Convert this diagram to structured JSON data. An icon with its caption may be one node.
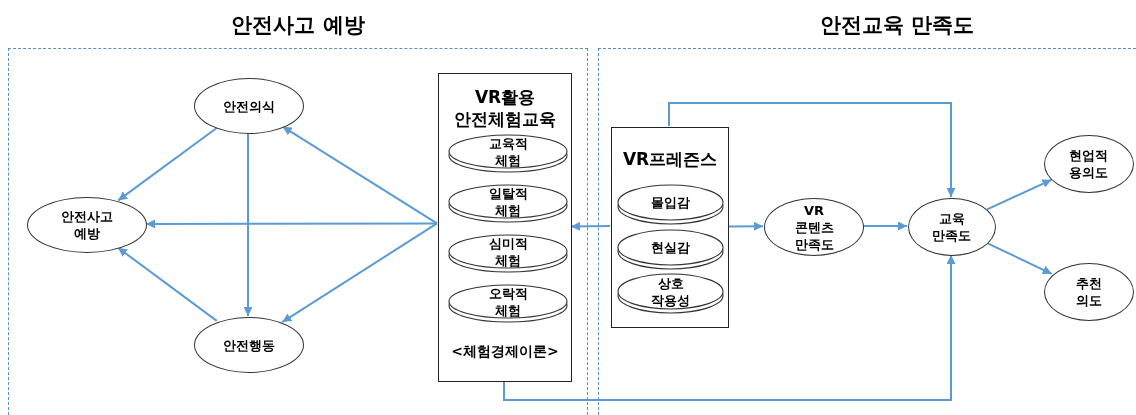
{
  "diagram": {
    "nodes": [
      {
        "text": [
          "안전사고 예방"
        ]
      },
      {
        "text": [
          "안전교육 만족도"
        ]
      },
      {
        "text": [
          "안전의식"
        ],
        "in": 0
      },
      {
        "text": [
          "안전사고 예방"
        ],
        "in": 0
      },
      {
        "text": [
          "안전행동"
        ],
        "in": 0
      },
      {
        "text": [
          "VR활용 안전체험교육",
          "<체험경제이론>"
        ],
        "in": 0
      },
      {
        "text": [
          "교육적 체험"
        ],
        "in": 5
      },
      {
        "text": [
          "일탈적 체험"
        ],
        "in": 5
      },
      {
        "text": [
          "심미적 체험"
        ],
        "in": 5
      },
      {
        "text": [
          "오락적 체험"
        ],
        "in": 5
      },
      {
        "text": [
          "VR프레즌스"
        ],
        "in": 1
      },
      {
        "text": [
          "몰입감"
        ],
        "in": 10
      },
      {
        "text": [
          "현실감"
        ],
        "in": 10
      },
      {
        "text": [
          "상호 작용성"
        ],
        "in": 10
      },
      {
        "text": [
          "VR 콘텐츠 만족도"
        ],
        "in": 1
      },
      {
        "text": [
          "교육 만족도"
        ],
        "in": 1
      },
      {
        "text": [
          "현업적 용의도"
        ],
        "in": 1
      },
      {
        "text": [
          "추천 의도"
        ],
        "in": 1
      }
    ],
    "edges": [
      {
        "from": 5,
        "to": 2,
        "arrow": "to"
      },
      {
        "from": 5,
        "to": 3,
        "arrow": "to"
      },
      {
        "from": 5,
        "to": 4,
        "arrow": "to"
      },
      {
        "from": 2,
        "to": 3,
        "arrow": "to"
      },
      {
        "from": 2,
        "to": 4,
        "arrow": "to"
      },
      {
        "from": 4,
        "to": 3,
        "arrow": "to"
      },
      {
        "from": 10,
        "to": 5,
        "arrow": "to"
      },
      {
        "from": 10,
        "to": 14,
        "arrow": "to"
      },
      {
        "from": 14,
        "to": 15,
        "arrow": "to"
      },
      {
        "from": 10,
        "to": 15,
        "arrow": "to"
      },
      {
        "from": 5,
        "to": 15,
        "arrow": "to"
      },
      {
        "from": 15,
        "to": 16,
        "arrow": "to"
      },
      {
        "from": 15,
        "to": 17,
        "arrow": "to"
      }
    ]
  }
}
